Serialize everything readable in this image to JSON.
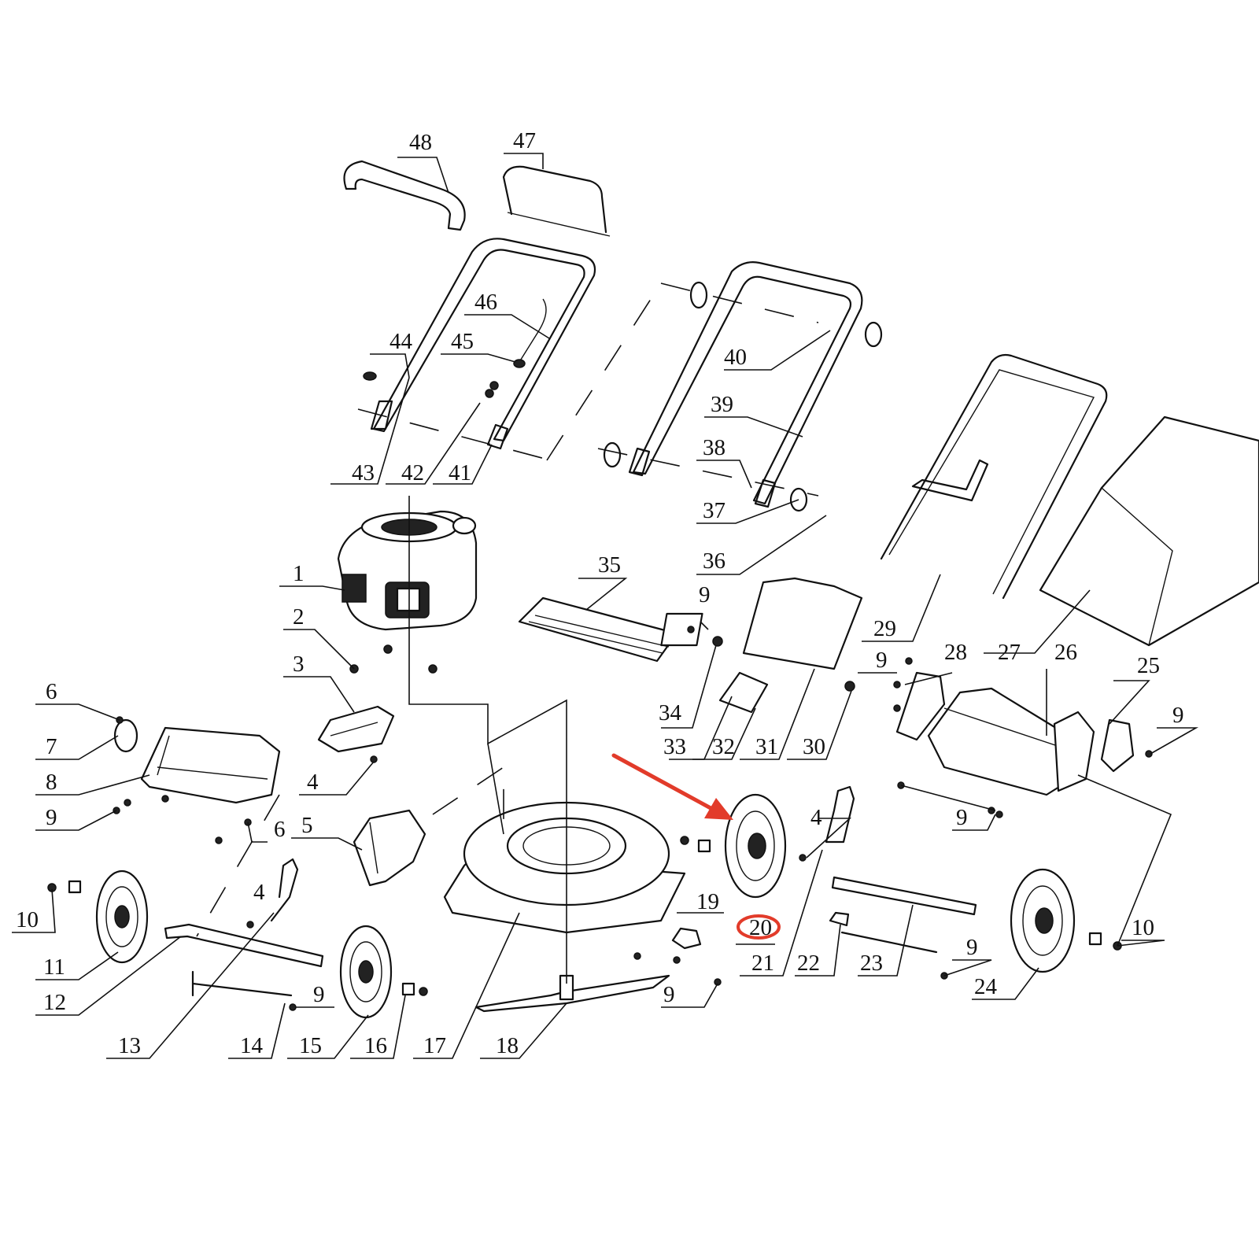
{
  "callouts": [
    {
      "id": "1",
      "text": "1"
    },
    {
      "id": "2",
      "text": "2"
    },
    {
      "id": "3",
      "text": "3"
    },
    {
      "id": "4a",
      "text": "4"
    },
    {
      "id": "4b",
      "text": "4"
    },
    {
      "id": "4c",
      "text": "4"
    },
    {
      "id": "5",
      "text": "5"
    },
    {
      "id": "6a",
      "text": "6"
    },
    {
      "id": "6b",
      "text": "6"
    },
    {
      "id": "7",
      "text": "7"
    },
    {
      "id": "8",
      "text": "8"
    },
    {
      "id": "9a",
      "text": "9"
    },
    {
      "id": "9b",
      "text": "9"
    },
    {
      "id": "9c",
      "text": "9"
    },
    {
      "id": "9d",
      "text": "9"
    },
    {
      "id": "9e",
      "text": "9"
    },
    {
      "id": "9f",
      "text": "9"
    },
    {
      "id": "9g",
      "text": "9"
    },
    {
      "id": "9h",
      "text": "9"
    },
    {
      "id": "10a",
      "text": "10"
    },
    {
      "id": "10b",
      "text": "10"
    },
    {
      "id": "11",
      "text": "11"
    },
    {
      "id": "12",
      "text": "12"
    },
    {
      "id": "13",
      "text": "13"
    },
    {
      "id": "14",
      "text": "14"
    },
    {
      "id": "15",
      "text": "15"
    },
    {
      "id": "16",
      "text": "16"
    },
    {
      "id": "17",
      "text": "17"
    },
    {
      "id": "18",
      "text": "18"
    },
    {
      "id": "19",
      "text": "19"
    },
    {
      "id": "20",
      "text": "20"
    },
    {
      "id": "21",
      "text": "21"
    },
    {
      "id": "22",
      "text": "22"
    },
    {
      "id": "23",
      "text": "23"
    },
    {
      "id": "24",
      "text": "24"
    },
    {
      "id": "25",
      "text": "25"
    },
    {
      "id": "26",
      "text": "26"
    },
    {
      "id": "27",
      "text": "27"
    },
    {
      "id": "28",
      "text": "28"
    },
    {
      "id": "29",
      "text": "29"
    },
    {
      "id": "30",
      "text": "30"
    },
    {
      "id": "31",
      "text": "31"
    },
    {
      "id": "32",
      "text": "32"
    },
    {
      "id": "33",
      "text": "33"
    },
    {
      "id": "34",
      "text": "34"
    },
    {
      "id": "35",
      "text": "35"
    },
    {
      "id": "36",
      "text": "36"
    },
    {
      "id": "37",
      "text": "37"
    },
    {
      "id": "38",
      "text": "38"
    },
    {
      "id": "39",
      "text": "39"
    },
    {
      "id": "40",
      "text": "40"
    },
    {
      "id": "41",
      "text": "41"
    },
    {
      "id": "42",
      "text": "42"
    },
    {
      "id": "43",
      "text": "43"
    },
    {
      "id": "44",
      "text": "44"
    },
    {
      "id": "45",
      "text": "45"
    },
    {
      "id": "46",
      "text": "46"
    },
    {
      "id": "47",
      "text": "47"
    },
    {
      "id": "48",
      "text": "48"
    }
  ],
  "highlight": {
    "target_part": "20",
    "color": "#e23b2a"
  },
  "colors": {
    "line": "#111111",
    "background": "#ffffff"
  }
}
